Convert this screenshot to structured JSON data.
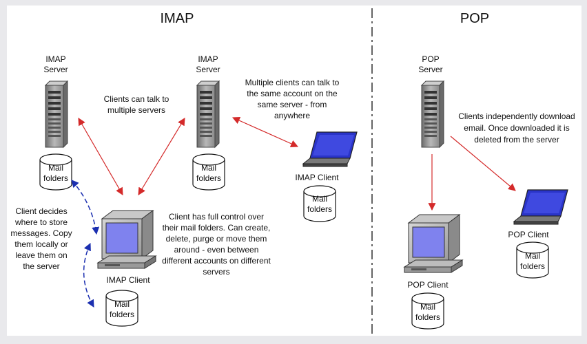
{
  "panels": {
    "imap_title": "IMAP",
    "pop_title": "POP"
  },
  "labels": {
    "imap_server_1": [
      "IMAP",
      "Server"
    ],
    "imap_server_2": [
      "IMAP",
      "Server"
    ],
    "pop_server": [
      "POP",
      "Server"
    ],
    "imap_client_laptop": "IMAP Client",
    "imap_client_desktop": "IMAP Client",
    "pop_client_desktop": "POP Client",
    "pop_client_laptop": "POP Client",
    "mail_folders": [
      "Mail",
      "folders"
    ]
  },
  "notes": {
    "multiple_servers": [
      "Clients can talk to",
      "multiple servers"
    ],
    "same_account": [
      "Multiple clients can talk to",
      "the same account on the",
      "same server - from",
      "anywhere"
    ],
    "store_messages": [
      "Client decides",
      "where to store",
      "messages. Copy",
      "them locally or",
      "leave them on",
      "the server"
    ],
    "full_control": [
      "Client has full control over",
      "their mail folders. Can create,",
      "delete, purge or move them",
      "around - even between",
      "different accounts on different",
      "servers"
    ],
    "pop_download": [
      "Clients independently download",
      "email. Once downloaded it is",
      "deleted from the server"
    ]
  },
  "colors": {
    "red_arrow": "#d42a2a",
    "blue_arrow": "#1b2fb0",
    "screen": "#7f82ee",
    "laptop_screen": "#2a34c8"
  }
}
